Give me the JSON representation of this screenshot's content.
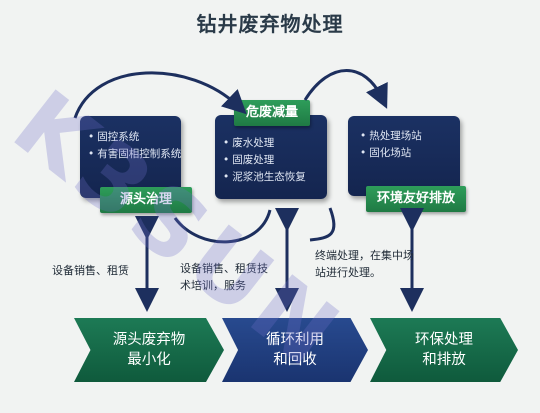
{
  "title": "钻井废弃物处理",
  "watermark": "K3SUN",
  "panels": [
    {
      "items": [
        "固控系统",
        "有害固相控制系统"
      ],
      "tag": "源头治理"
    },
    {
      "items": [
        "废水处理",
        "固废处理",
        "泥浆池生态恢复"
      ],
      "tag": "危废减量"
    },
    {
      "items": [
        "热处理场站",
        "固化场站"
      ],
      "tag": "环境友好排放"
    }
  ],
  "notes": {
    "left": "设备销售、租赁",
    "middle_line1": "设备销售、租赁技",
    "middle_line2": "术培训，服务",
    "right_line1": "终端处理，在集中场",
    "right_line2": "站进行处理。"
  },
  "stages": [
    {
      "line1": "源头废弃物",
      "line2": "最小化"
    },
    {
      "line1": "循环利用",
      "line2": "和回收"
    },
    {
      "line1": "环保处理",
      "line2": "和排放"
    }
  ],
  "colors": {
    "panel": "#1b3163",
    "tag_green": "#2e9d5a",
    "stage_green": "#1d7a55",
    "stage_blue": "#284a8f",
    "arrow": "#1d2f5e"
  }
}
